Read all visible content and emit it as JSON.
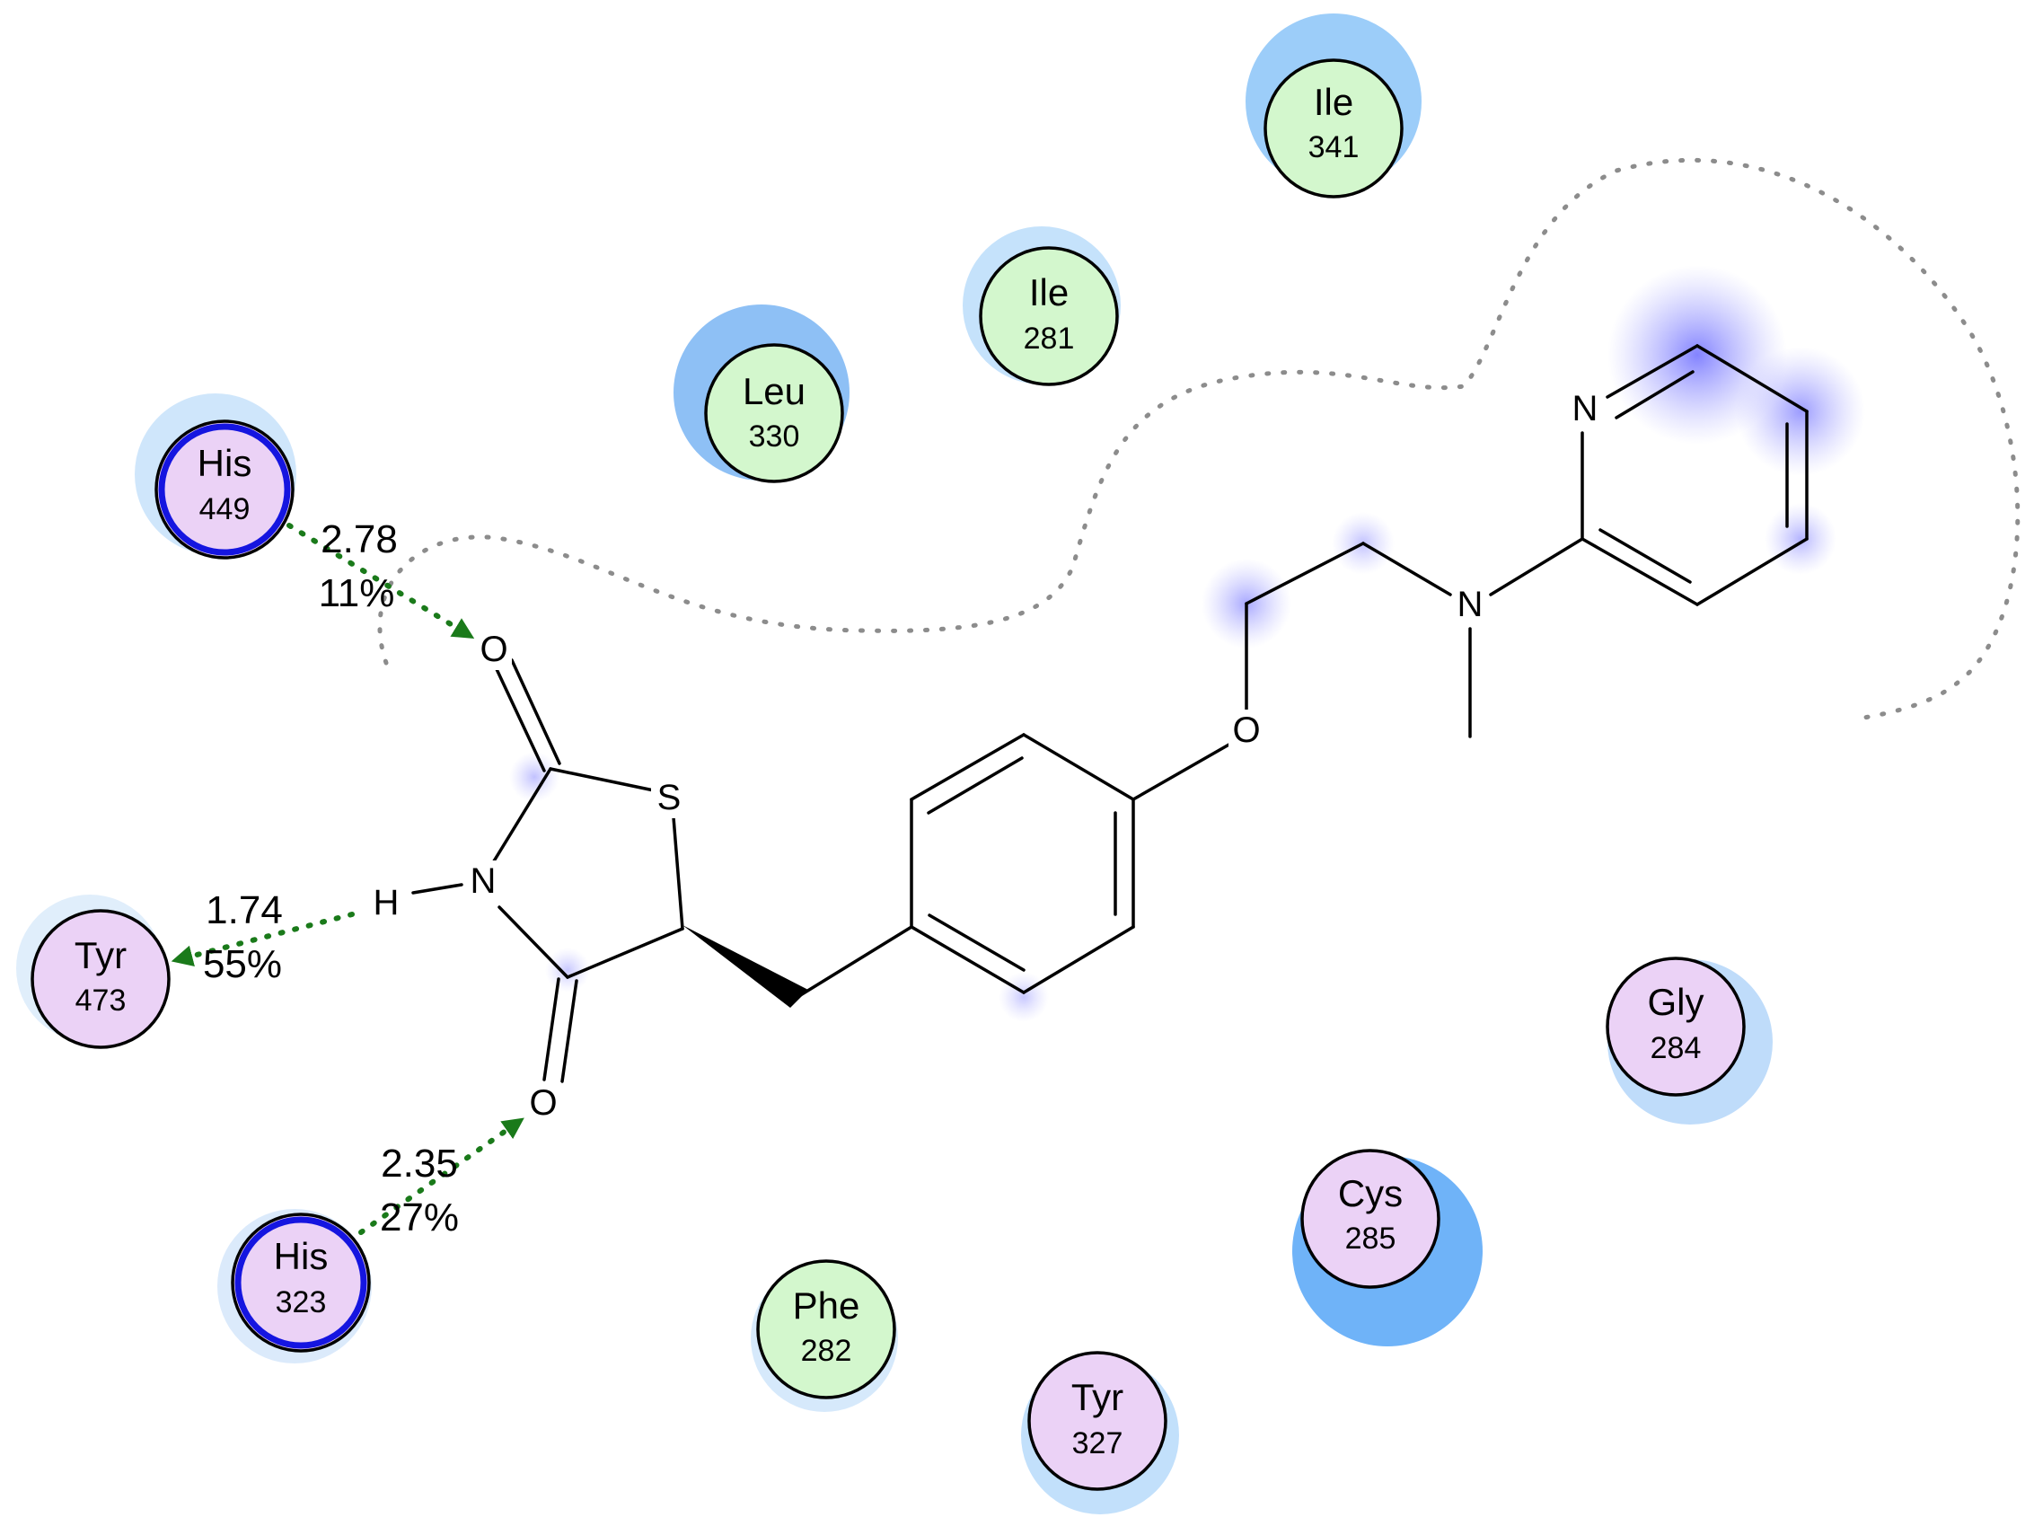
{
  "colors": {
    "hydrophobic_residue": "#d3f7cd",
    "polar_residue": "#ebd2f6",
    "exposure_halo": "#9ccdf9",
    "strong_halo": "#6fb3f8",
    "hbond": "#1a7a1a",
    "pocket_line": "#8c8c8c",
    "ligand_exposure": "#7070ff",
    "double_ring": "#1515e0"
  },
  "residues": [
    {
      "name": "Ile",
      "number": "341",
      "type": "hydrophobic"
    },
    {
      "name": "Ile",
      "number": "281",
      "type": "hydrophobic"
    },
    {
      "name": "Leu",
      "number": "330",
      "type": "hydrophobic"
    },
    {
      "name": "His",
      "number": "449",
      "type": "polar"
    },
    {
      "name": "Tyr",
      "number": "473",
      "type": "polar"
    },
    {
      "name": "His",
      "number": "323",
      "type": "polar"
    },
    {
      "name": "Phe",
      "number": "282",
      "type": "hydrophobic"
    },
    {
      "name": "Tyr",
      "number": "327",
      "type": "polar"
    },
    {
      "name": "Cys",
      "number": "285",
      "type": "polar"
    },
    {
      "name": "Gly",
      "number": "284",
      "type": "polar"
    }
  ],
  "hbonds": [
    {
      "distance": "2.78",
      "occupancy": "11%"
    },
    {
      "distance": "1.74",
      "occupancy": "55%"
    },
    {
      "distance": "2.35",
      "occupancy": "27%"
    }
  ],
  "atoms": {
    "o1": "O",
    "o2": "O",
    "s": "S",
    "n": "N",
    "h": "H",
    "o_ether": "O",
    "n_amine": "N",
    "n_pyr": "N"
  }
}
